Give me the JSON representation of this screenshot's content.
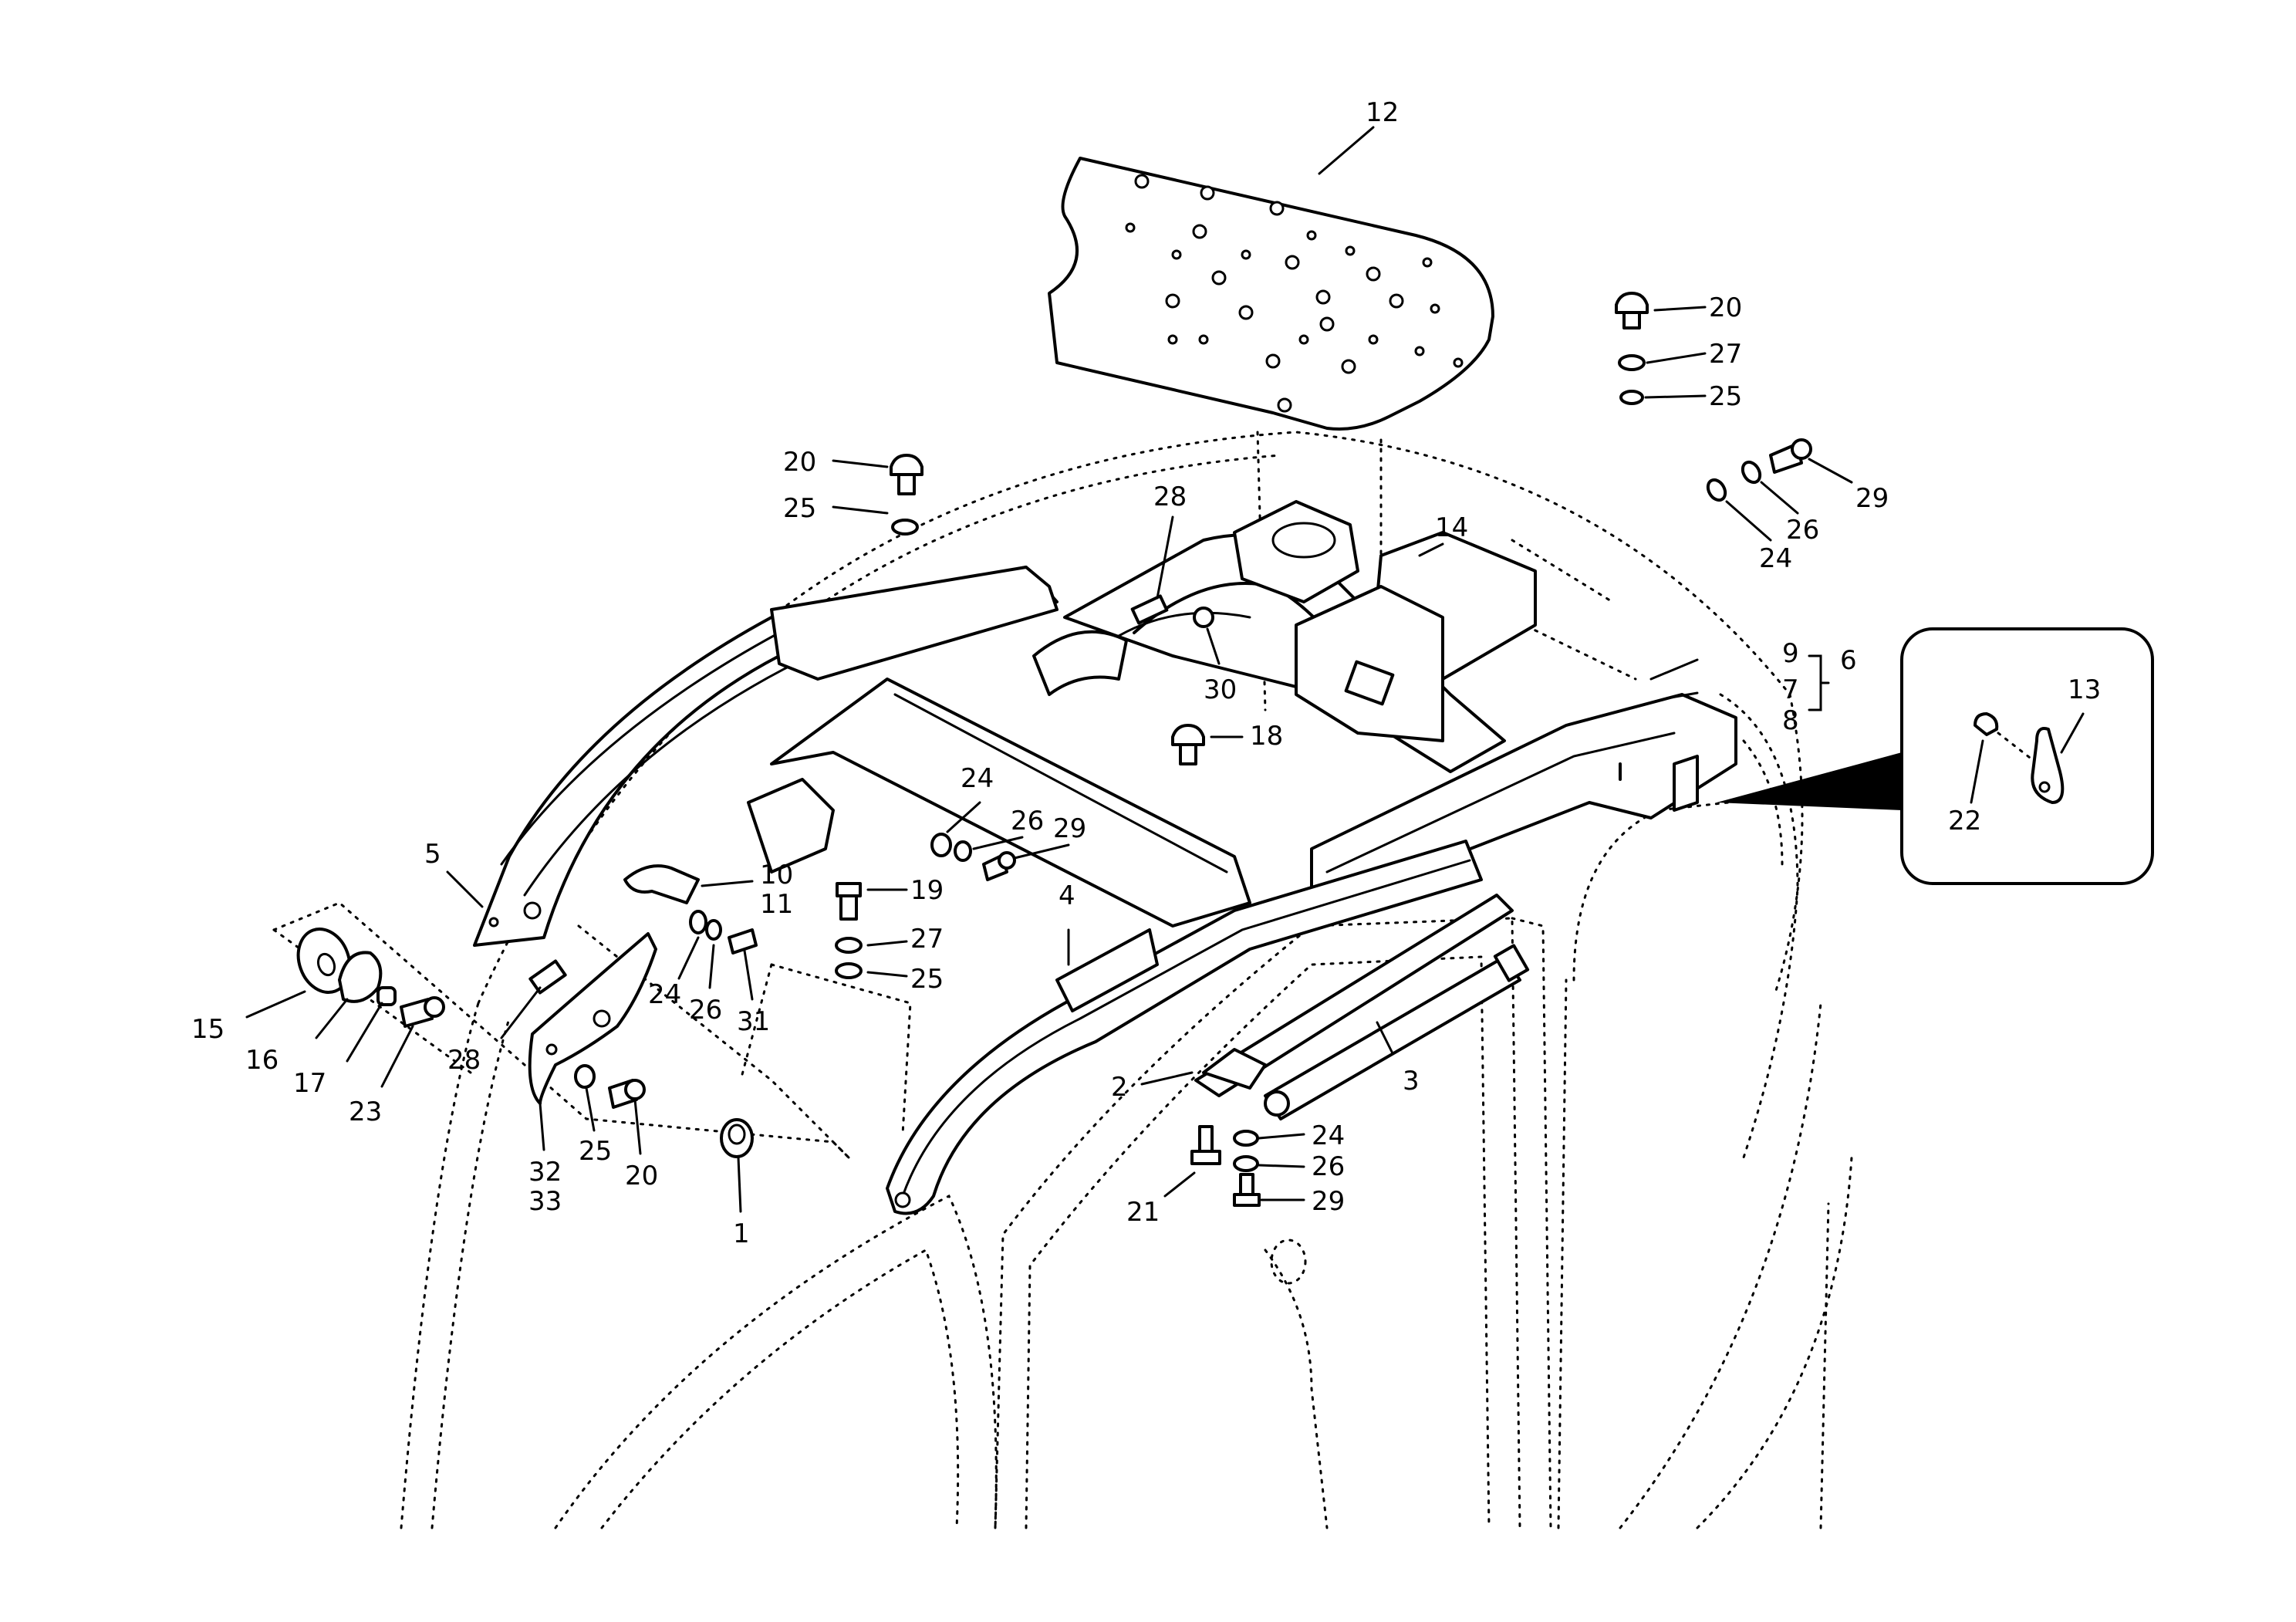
{
  "labels": [
    {
      "id": "p1",
      "text": "1"
    },
    {
      "id": "p2",
      "text": "2"
    },
    {
      "id": "p3",
      "text": "3"
    },
    {
      "id": "p4",
      "text": "4"
    },
    {
      "id": "p5",
      "text": "5"
    },
    {
      "id": "p6",
      "text": "6"
    },
    {
      "id": "p7",
      "text": "7"
    },
    {
      "id": "p8",
      "text": "8"
    },
    {
      "id": "p9",
      "text": "9"
    },
    {
      "id": "p10",
      "text": "10"
    },
    {
      "id": "p11",
      "text": "11"
    },
    {
      "id": "p12",
      "text": "12"
    },
    {
      "id": "p13",
      "text": "13"
    },
    {
      "id": "p14",
      "text": "14"
    },
    {
      "id": "p15",
      "text": "15"
    },
    {
      "id": "p16",
      "text": "16"
    },
    {
      "id": "p17",
      "text": "17"
    },
    {
      "id": "p18",
      "text": "18"
    },
    {
      "id": "p19",
      "text": "19"
    },
    {
      "id": "p20a",
      "text": "20"
    },
    {
      "id": "p20b",
      "text": "20"
    },
    {
      "id": "p20c",
      "text": "20"
    },
    {
      "id": "p21",
      "text": "21"
    },
    {
      "id": "p22",
      "text": "22"
    },
    {
      "id": "p23",
      "text": "23"
    },
    {
      "id": "p24a",
      "text": "24"
    },
    {
      "id": "p24b",
      "text": "24"
    },
    {
      "id": "p24c",
      "text": "24"
    },
    {
      "id": "p24d",
      "text": "24"
    },
    {
      "id": "p25a",
      "text": "25"
    },
    {
      "id": "p25b",
      "text": "25"
    },
    {
      "id": "p25c",
      "text": "25"
    },
    {
      "id": "p25d",
      "text": "25"
    },
    {
      "id": "p26a",
      "text": "26"
    },
    {
      "id": "p26b",
      "text": "26"
    },
    {
      "id": "p26c",
      "text": "26"
    },
    {
      "id": "p26d",
      "text": "26"
    },
    {
      "id": "p27a",
      "text": "27"
    },
    {
      "id": "p27b",
      "text": "27"
    },
    {
      "id": "p28a",
      "text": "28"
    },
    {
      "id": "p28b",
      "text": "28"
    },
    {
      "id": "p29a",
      "text": "29"
    },
    {
      "id": "p29b",
      "text": "29"
    },
    {
      "id": "p29c",
      "text": "29"
    },
    {
      "id": "p30",
      "text": "30"
    },
    {
      "id": "p31",
      "text": "31"
    },
    {
      "id": "p32",
      "text": "32"
    },
    {
      "id": "p33",
      "text": "33"
    }
  ]
}
